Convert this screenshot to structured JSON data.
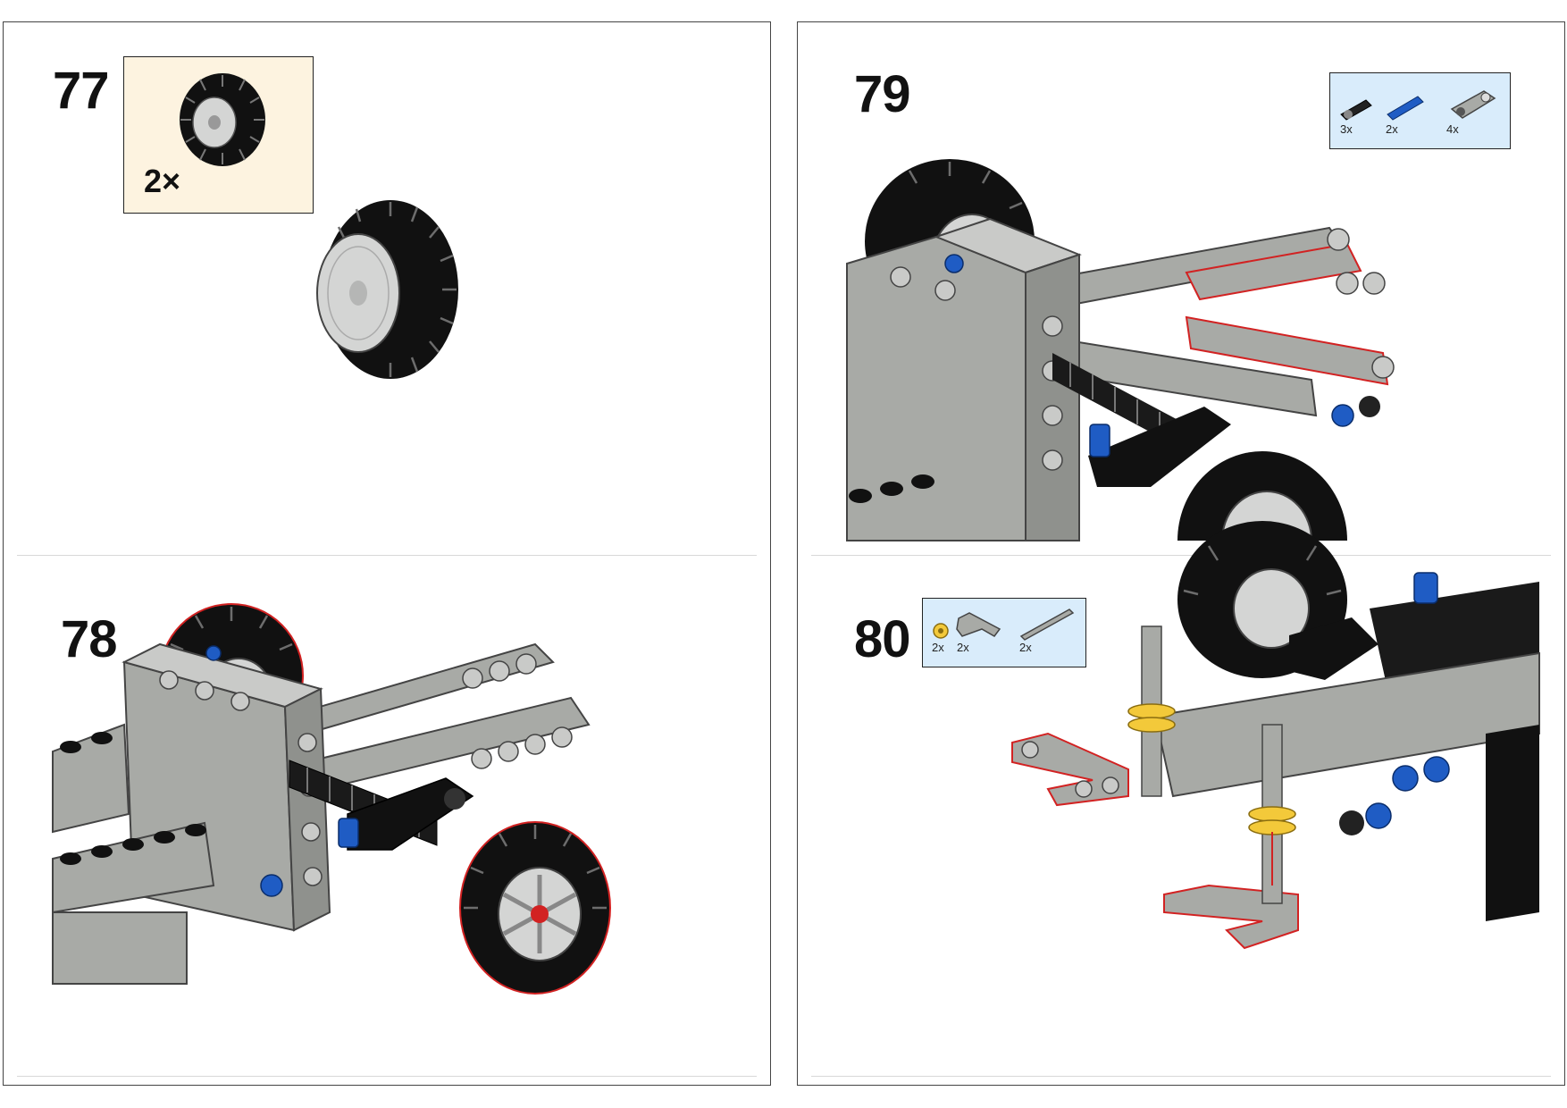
{
  "pages": [
    {
      "steps": [
        {
          "number": "77",
          "subassembly_qty": "2×"
        },
        {
          "number": "78"
        }
      ]
    },
    {
      "steps": [
        {
          "number": "79",
          "parts": [
            {
              "icon": "connector-pin-icon",
              "qty": "3x"
            },
            {
              "icon": "blue-axle-pin-icon",
              "qty": "2x"
            },
            {
              "icon": "axle-pin-connector-icon",
              "qty": "4x"
            }
          ]
        },
        {
          "number": "80",
          "parts": [
            {
              "icon": "bush-icon",
              "qty": "2x"
            },
            {
              "icon": "l-beam-icon",
              "qty": "2x"
            },
            {
              "icon": "axle-icon",
              "qty": "2x"
            }
          ]
        }
      ]
    }
  ],
  "colors": {
    "callout_parts_bg": "#d9ecfb",
    "callout_sub_bg": "#fdf3e0",
    "brick_light_grey": "#a8aaa6",
    "brick_black": "#111111",
    "pin_blue": "#1f5cc4",
    "bush_yellow": "#f3c93a",
    "highlight_red": "#d22222"
  }
}
